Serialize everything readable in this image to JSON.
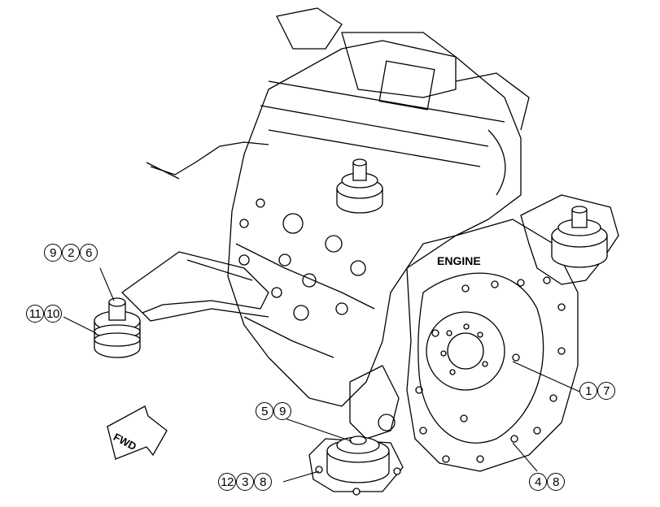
{
  "engine_label": "ENGINE",
  "direction_label": "FWD",
  "callouts": {
    "group_926": [
      "9",
      "2",
      "6"
    ],
    "group_1110": [
      "11",
      "10"
    ],
    "group_17": [
      "1",
      "7"
    ],
    "group_59": [
      "5",
      "9"
    ],
    "group_1238": [
      "12",
      "3",
      "8"
    ],
    "group_48": [
      "4",
      "8"
    ]
  }
}
